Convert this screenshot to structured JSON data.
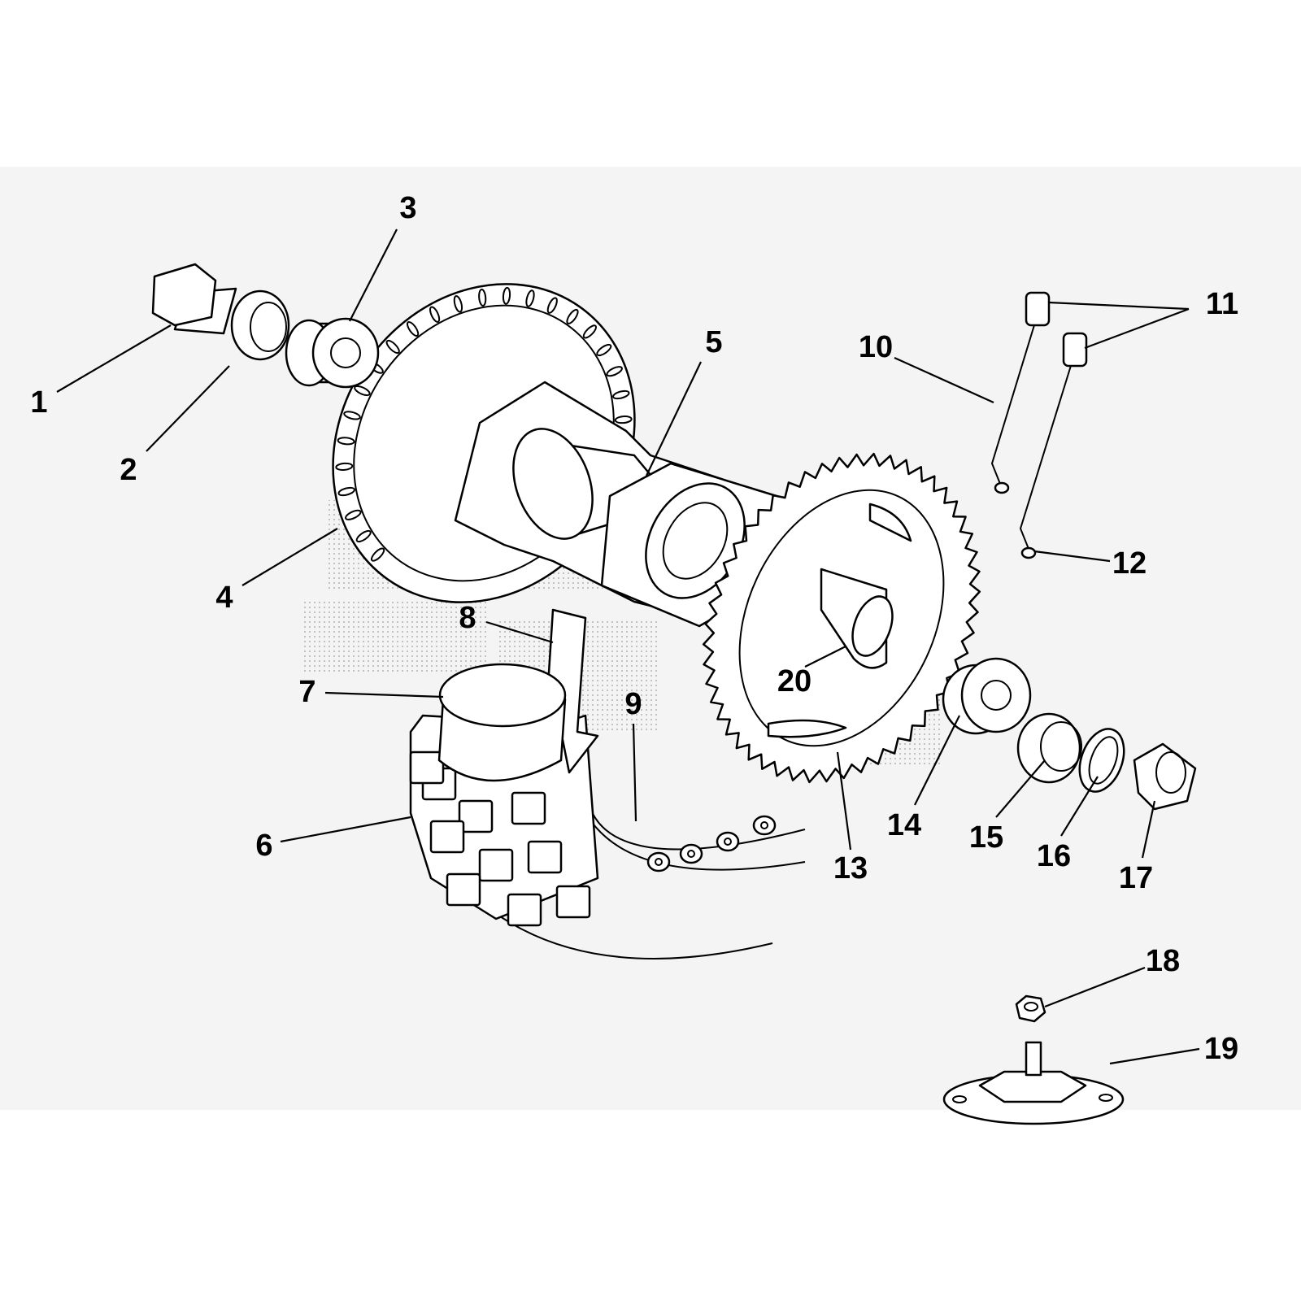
{
  "diagram": {
    "type": "exploded-parts-view",
    "callouts": [
      "1",
      "2",
      "3",
      "4",
      "5",
      "6",
      "7",
      "8",
      "9",
      "10",
      "11",
      "12",
      "13",
      "14",
      "15",
      "16",
      "17",
      "18",
      "19",
      "20"
    ]
  },
  "colors": {
    "background_band": "#f4f4f4",
    "line": "#000000",
    "stipple": "#c8c8c8"
  }
}
